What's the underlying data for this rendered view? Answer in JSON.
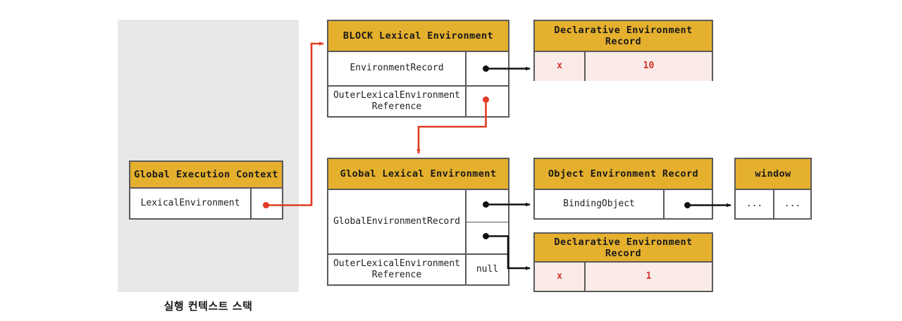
{
  "diagram": {
    "title": "JavaScript Lexical Environment diagram",
    "colors": {
      "header_amber": "#e5b02e",
      "record_pink": "#fbebe8",
      "record_red_text": "#d0332a",
      "red_arrow": "#e03b24",
      "black_arrow": "#111111",
      "stack_gray": "#e8e8e6",
      "border_gray": "#5a5a5a"
    }
  },
  "stack": {
    "caption": "실행 컨텍스트 스택"
  },
  "boxes": {
    "global_execution_context": {
      "header": "Global Execution Context",
      "rows": [
        {
          "label": "LexicalEnvironment",
          "pointer": "red-dot"
        }
      ]
    },
    "block_lexical_environment": {
      "header": "BLOCK Lexical Environment",
      "rows": [
        {
          "label": "EnvironmentRecord",
          "pointer": "black-dot"
        },
        {
          "label": "OuterLexicalEnvironment\nReference",
          "pointer": "red-dot"
        }
      ]
    },
    "block_declarative_record": {
      "header": "Declarative Environment Record",
      "rows": [
        {
          "name": "x",
          "value": "10"
        }
      ]
    },
    "global_lexical_environment": {
      "header": "Global Lexical Environment",
      "rows": [
        {
          "label": "GlobalEnvironmentRecord",
          "pointers": [
            "black-dot",
            "black-dot"
          ]
        },
        {
          "label": "OuterLexicalEnvironment\nReference",
          "value": "null"
        }
      ]
    },
    "object_environment_record": {
      "header": "Object Environment Record",
      "rows": [
        {
          "label": "BindingObject",
          "pointer": "black-dot"
        }
      ]
    },
    "window_object": {
      "header": "window",
      "rows": [
        {
          "left": "...",
          "right": "..."
        }
      ]
    },
    "global_declarative_record": {
      "header": "Declarative Environment Record",
      "rows": [
        {
          "name": "x",
          "value": "1"
        }
      ]
    }
  }
}
